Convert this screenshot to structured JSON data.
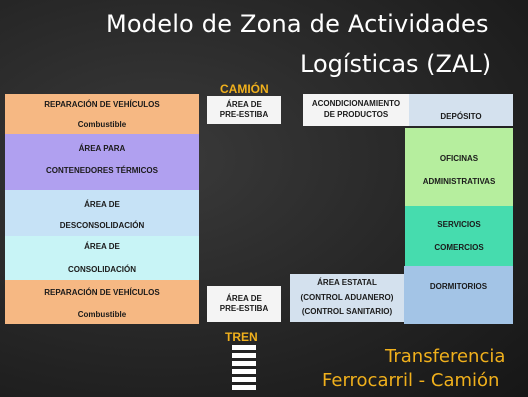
{
  "title": {
    "line1": "Modelo de Zona de Actividades",
    "line2": "Logísticas (ZAL)"
  },
  "labels": {
    "camion": "CAMIÓN",
    "tren": "TREN"
  },
  "left_column": {
    "reparacion_top": {
      "title": "REPARACIÓN DE VEHÍCULOS",
      "sub": "Combustible"
    },
    "contenedores": {
      "line1": "ÁREA PARA",
      "line2": "CONTENEDORES TÉRMICOS"
    },
    "desconsolidacion": {
      "line1": "ÁREA DE",
      "line2": "DESCONSOLIDACIÓN"
    },
    "consolidacion": {
      "line1": "ÁREA DE",
      "line2": "CONSOLIDACIÓN"
    },
    "reparacion_bottom": {
      "title": "REPARACIÓN DE VEHÍCULOS",
      "sub": "Combustible"
    }
  },
  "pre_estiba_top": {
    "line1": "ÁREA DE",
    "line2": "PRE-ESTIBA"
  },
  "pre_estiba_bottom": {
    "line1": "ÁREA DE",
    "line2": "PRE-ESTIBA"
  },
  "right_side": {
    "acondicionamiento": {
      "line1": "ACONDICIONAMIENTO",
      "line2": "DE PRODUCTOS"
    },
    "deposito": "DEPÓSITO",
    "oficinas": {
      "line1": "OFICINAS",
      "line2": "ADMINISTRATIVAS"
    },
    "servicios": {
      "line1": "SERVICIOS",
      "line2": "COMERCIOS"
    },
    "estatal": {
      "line1": "ÁREA ESTATAL",
      "line2": "(CONTROL ADUANERO)",
      "line3": "(CONTROL SANITARIO)"
    },
    "dormitorios": "DORMITORIOS"
  },
  "transfer": {
    "line1": "Transferencia",
    "line2": "Ferrocarril - Camión"
  },
  "colors": {
    "orange": "#f6b883",
    "purple": "#b0a0f0",
    "light_blue": "#c6e2f6",
    "cyan": "#c8f4f6",
    "white": "#f4f4f4",
    "light_grey": "#d4e1ee",
    "green": "#b6ee9e",
    "teal": "#46dcae",
    "steel_blue": "#a3c4e6",
    "accent": "#f0b01c"
  }
}
